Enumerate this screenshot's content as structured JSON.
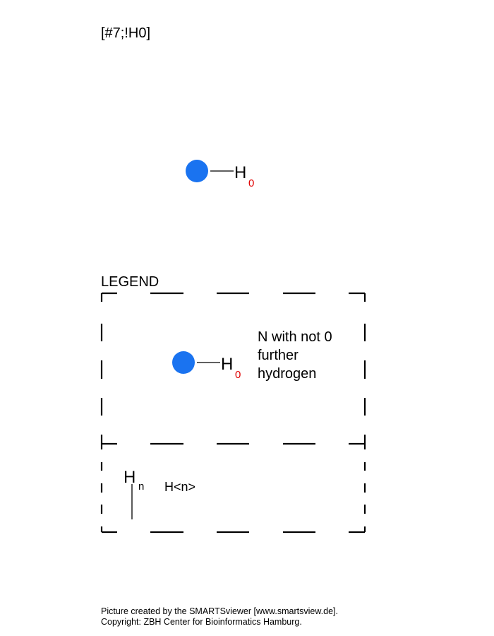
{
  "smarts": "[#7;!H0]",
  "colors": {
    "atom": "#1a73f0",
    "hydrogen_count": "#e00000",
    "ink": "#000000"
  },
  "molecule": {
    "atom_icon": "nitrogen-atom-circle",
    "hydrogen_label": "H",
    "hydrogen_count": "0"
  },
  "legend": {
    "title": "LEGEND",
    "entry1": {
      "hydrogen_label": "H",
      "hydrogen_count": "0",
      "description_lines": [
        "N with not 0",
        "further",
        "hydrogen"
      ]
    },
    "entry2": {
      "hydrogen_label": "H",
      "subscript": "n",
      "description": "H<n>"
    }
  },
  "footer": {
    "line1": "Picture created by the SMARTSviewer [www.smartsview.de].",
    "line2": "Copyright: ZBH Center for Bioinformatics Hamburg."
  }
}
